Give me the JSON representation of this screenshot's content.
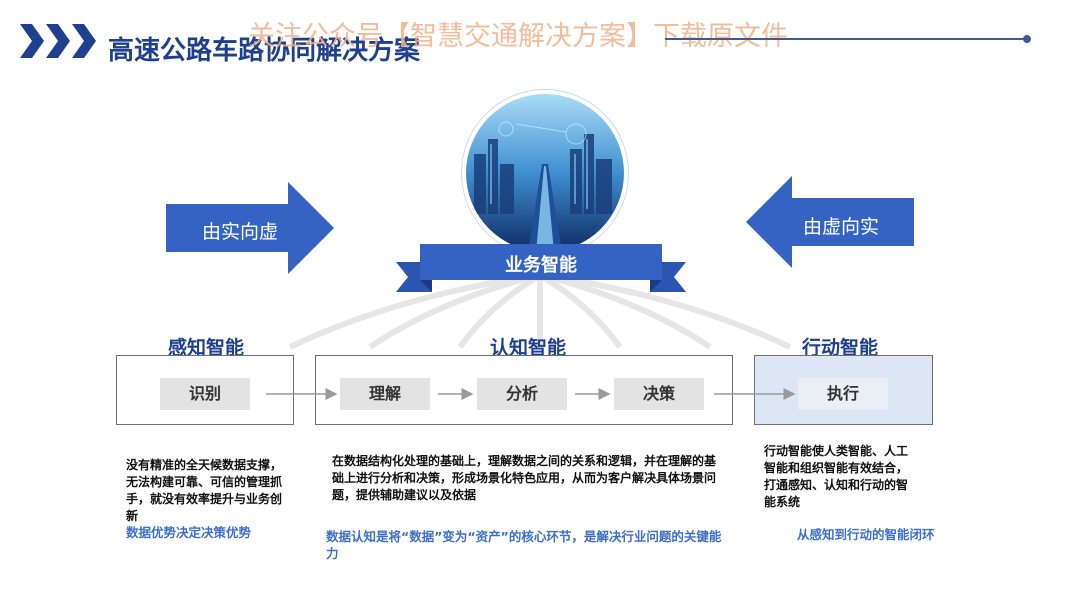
{
  "header": {
    "title": "高速公路车路协同解决方案",
    "watermark": "关注公众号【智慧交通解决方案】下载原文件"
  },
  "center": {
    "ribbon_label": "业务智能",
    "left_arrow_label": "由实向虚",
    "right_arrow_label": "由虚向实"
  },
  "sections": {
    "perception": {
      "heading": "感知智能",
      "step": "识别",
      "description": "没有精准的全天候数据支撑，无法构建可靠、可信的管理抓手，就没有效率提升与业务创新",
      "summary": "数据优势决定决策优势"
    },
    "cognition": {
      "heading": "认知智能",
      "steps": [
        "理解",
        "分析",
        "决策"
      ],
      "description": "在数据结构化处理的基础上，理解数据之间的关系和逻辑，并在理解的基础上进行分析和决策，形成场景化特色应用，从而为客户解决具体场景问题，提供辅助建议以及依据",
      "summary": "数据认知是将“数据”变为“资产”的核心环节，是解决行业问题的关键能力"
    },
    "action": {
      "heading": "行动智能",
      "step": "执行",
      "description": "行动智能使人类智能、人工智能和组织智能有效结合，打通感知、认知和行动的智能系统",
      "summary": "从感知到行动的智能闭环"
    }
  },
  "colors": {
    "brand_blue": "#2f5bb7",
    "dark_blue": "#1f3f8f",
    "summary_blue": "#3d6fc9",
    "watermark": "#f0b28a"
  }
}
